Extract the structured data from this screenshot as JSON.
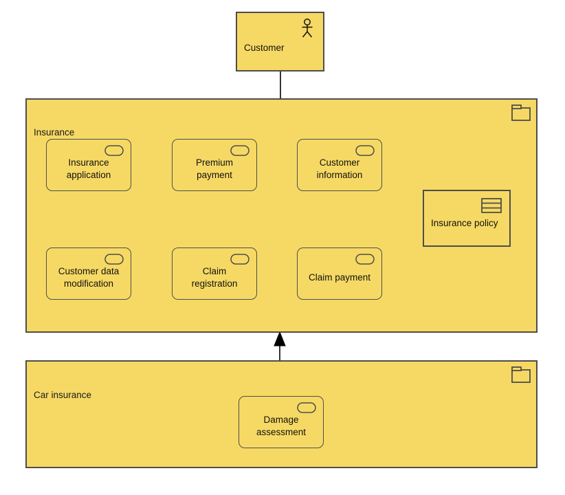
{
  "diagram": {
    "type": "archimate-business-layer",
    "background": "#ffffff",
    "palette": {
      "fill": "#f6d964",
      "stroke": "#4d4d4d",
      "text": "#111111",
      "connector": "#000000"
    }
  },
  "actor": {
    "label": "Customer",
    "icon": "business-actor-icon"
  },
  "groups": [
    {
      "id": "insurance",
      "label": "Insurance",
      "icon": "grouping-folder-icon"
    },
    {
      "id": "car-insurance",
      "label": "Car insurance",
      "icon": "grouping-folder-icon"
    }
  ],
  "insurance_services": [
    {
      "id": "insurance-application",
      "label": "Insurance\napplication",
      "icon": "business-service-icon"
    },
    {
      "id": "premium-payment",
      "label": "Premium\npayment",
      "icon": "business-service-icon"
    },
    {
      "id": "customer-information",
      "label": "Customer\ninformation",
      "icon": "business-service-icon"
    },
    {
      "id": "customer-data-modification",
      "label": "Customer data\nmodification",
      "icon": "business-service-icon"
    },
    {
      "id": "claim-registration",
      "label": "Claim\nregistration",
      "icon": "business-service-icon"
    },
    {
      "id": "claim-payment",
      "label": "Claim payment",
      "icon": "business-service-icon"
    }
  ],
  "business_object": {
    "label": "Insurance policy",
    "icon": "business-object-icon"
  },
  "car_insurance_services": [
    {
      "id": "damage-assessment",
      "label": "Damage\nassessment",
      "icon": "business-service-icon"
    }
  ],
  "connectors": [
    {
      "id": "customer-to-insurance",
      "type": "association",
      "from": "Customer",
      "to": "Insurance",
      "arrowhead": "none"
    },
    {
      "id": "car-insurance-to-insurance",
      "type": "specialization",
      "from": "Car insurance",
      "to": "Insurance",
      "arrowhead": "filled-triangle"
    }
  ]
}
